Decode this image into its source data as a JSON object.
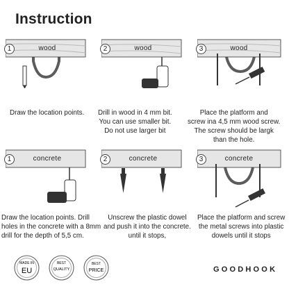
{
  "title": "Instruction",
  "steps_row1": [
    {
      "num": "1",
      "material": "wood",
      "caption": [
        "Draw the location points."
      ]
    },
    {
      "num": "2",
      "material": "wood",
      "caption": [
        "Drill in wood in 4 mm bit.",
        "You can use smaller bit.",
        "Do not use larger bit"
      ]
    },
    {
      "num": "3",
      "material": "wood",
      "caption": [
        "Place the platform and",
        "screw ina 4,5 mm wood screw.",
        "The screw should be largk",
        "than the hole."
      ]
    }
  ],
  "steps_row2": [
    {
      "num": "1",
      "material": "concrete",
      "caption": [
        "Draw the location points. Drill",
        "holes in the concrete with a 8mm",
        "drill for the depth of 5,5 cm."
      ]
    },
    {
      "num": "2",
      "material": "concrete",
      "caption": [
        "Unscrew the plastic dowel",
        "and push it into the concrete.",
        "until it stops,"
      ]
    },
    {
      "num": "3",
      "material": "concrete",
      "caption": [
        "Place the platform and screw",
        "the metal screws into plastic",
        "dowels until it stops"
      ]
    }
  ],
  "badges": [
    {
      "top": "MADE IN",
      "main": "EU"
    },
    {
      "top": "BEST",
      "main": "QUALITY"
    },
    {
      "top": "BEST",
      "main": "PRICE"
    }
  ],
  "brand": "GOODHOOK"
}
